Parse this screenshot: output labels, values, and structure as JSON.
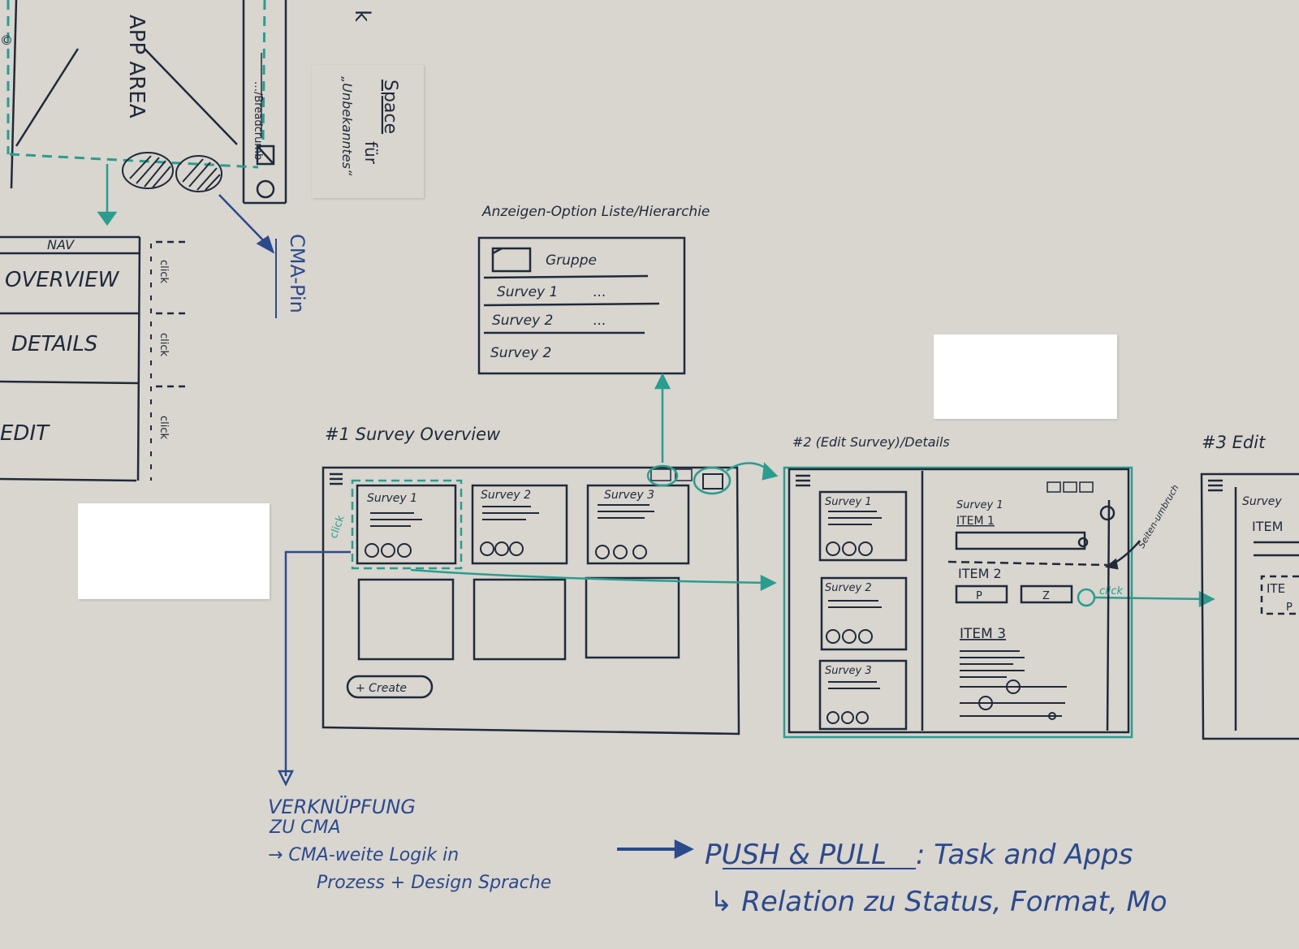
{
  "top_left_frame": {
    "area_label": "APP AREA",
    "side_label": "…/Breadcrumb",
    "corner_mark": "©",
    "cut_letter": "k"
  },
  "sticky_note": {
    "line1": "Space",
    "line2": "für",
    "line3": "„Unbekanntes“"
  },
  "nav_panel": {
    "header": "NAV",
    "items": [
      "OVERVIEW",
      "DETAILS",
      "EDIT"
    ],
    "click_labels": [
      "click",
      "click",
      "click"
    ]
  },
  "cma_pin": "CMA-Pin",
  "list_hierarchy": {
    "title": "Anzeigen-Option Liste/Hierarchie",
    "rows": [
      {
        "label": "Gruppe",
        "suffix": ""
      },
      {
        "label": "Survey 1",
        "suffix": "..."
      },
      {
        "label": "Survey 2",
        "suffix": "..."
      },
      {
        "label": "Survey 2",
        "suffix": ""
      }
    ]
  },
  "screen1": {
    "title": "#1  Survey Overview",
    "cards": [
      "Survey 1",
      "Survey 2",
      "Survey 3"
    ],
    "click_label": "click",
    "create_button": "+ Create"
  },
  "screen2": {
    "title": "#2 (Edit Survey)/Details",
    "cards": [
      "Survey 1",
      "Survey 2",
      "Survey 3"
    ],
    "detail_title": "Survey 1",
    "items": [
      "ITEM 1",
      "ITEM 2",
      "ITEM 3"
    ],
    "item2_boxes": [
      "P",
      "Z"
    ],
    "annotation": "Seiten-umbruch",
    "click_label": "click"
  },
  "screen3": {
    "title": "#3  Edit",
    "card_label": "Survey",
    "item_label": "ITEM",
    "item_label_2": "ITE",
    "box_label": "P"
  },
  "notes_bottom": {
    "left": [
      "VERKNÜPFUNG",
      "ZU CMA",
      "→ CMA-weite Logik in",
      "Prozess + Design Sprache"
    ],
    "right_line1_bold": "PUSH & PULL",
    "right_line1_rest": ":  Task and Apps",
    "right_line2": "↳ Relation zu Status, Format, Mo"
  },
  "colors": {
    "ink": "#1f2a3a",
    "blue": "#2b4a8c",
    "teal": "#2a9d8f",
    "paper": "#d9d5cf"
  }
}
